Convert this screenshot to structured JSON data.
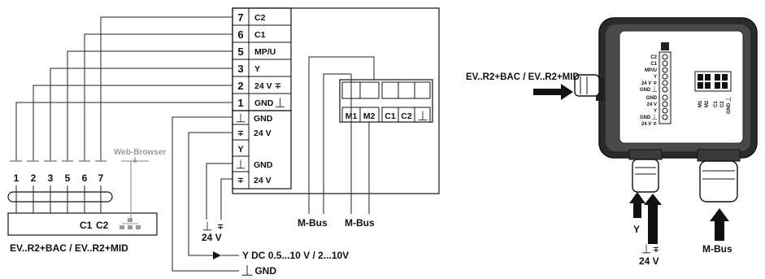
{
  "terminal_block": {
    "numbers": [
      "7",
      "6",
      "5",
      "3",
      "2",
      "1"
    ],
    "labels": [
      "C2",
      "C1",
      "MP/U",
      "Y",
      "24 V ∓",
      "GND ⏊"
    ]
  },
  "lower_block": {
    "symbols": [
      "⏊",
      "∓",
      "Y",
      "⏊",
      "∓"
    ],
    "labels": [
      "GND",
      "24 V",
      "",
      "GND",
      "24 V"
    ]
  },
  "device": {
    "pins": [
      "1",
      "2",
      "3",
      "5",
      "6",
      "7"
    ],
    "c1": "C1",
    "c2": "C2",
    "browser": "Web-Browser",
    "name": "EV..R2+BAC / EV..R2+MID"
  },
  "mbus_module": {
    "terminals": [
      "M1",
      "M2",
      "C1",
      "C2",
      "⏊"
    ]
  },
  "wiring_labels": {
    "mbus_left": "M-Bus",
    "mbus_right": "M-Bus",
    "gnd_sym": "⏊",
    "v_sym": "∓",
    "v24": "24 V",
    "y_signal": "Y   DC 0.5...10 V / 2...10V",
    "gnd_signal": "⏊   GND"
  },
  "housing": {
    "callout": "EV..R2+BAC / EV..R2+MID",
    "term_labels": [
      "C2",
      "C1",
      "MP/U",
      "Y",
      "24 V ∓",
      "GND ⏊",
      "GND",
      "24 V",
      "Y",
      "GND ⏊",
      "24 V ∓"
    ],
    "module_labels": [
      "M1",
      "M2",
      "C1",
      "C2",
      "GND ⏊"
    ],
    "y_label": "Y",
    "gnd_v": "⏊  ∓",
    "v24": "24 V",
    "mbus": "M-Bus"
  }
}
